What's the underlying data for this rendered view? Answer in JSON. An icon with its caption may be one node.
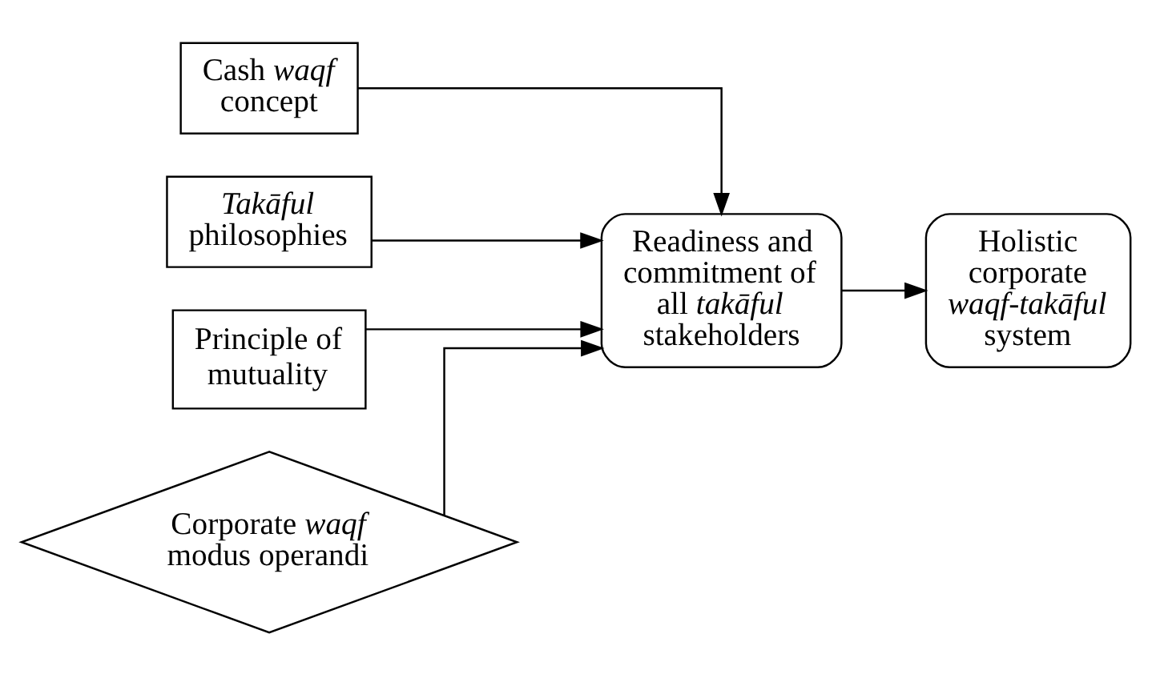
{
  "diagram": {
    "nodes": [
      {
        "text": [
          "Cash *waqf* concept"
        ]
      },
      {
        "text": [
          "*Takāful* philosophies"
        ]
      },
      {
        "text": [
          "Principle of mutuality"
        ]
      },
      {
        "text": [
          "Readiness and commitment of all *takāful* stakeholders"
        ]
      },
      {
        "text": [
          "Holistic corporate *waqf-takāful* system"
        ]
      },
      {
        "text": [
          "Corporate *waqf* modus operandi"
        ]
      }
    ],
    "edges": [
      {
        "from": 0,
        "to": 3,
        "arrow": "to"
      },
      {
        "from": 1,
        "to": 3,
        "arrow": "to"
      },
      {
        "from": 2,
        "to": 3,
        "arrow": "to"
      },
      {
        "from": 5,
        "to": 3,
        "arrow": "to"
      },
      {
        "from": 3,
        "to": 4,
        "arrow": "to"
      }
    ]
  }
}
